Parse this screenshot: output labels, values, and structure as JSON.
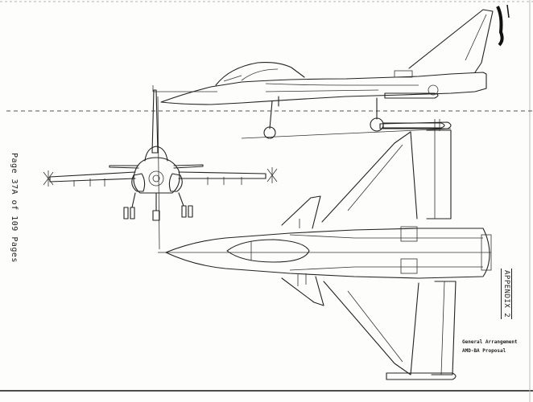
{
  "page_label": "Page 37A of 109 Pages",
  "appendix_label": "APPENDIX 2",
  "caption": {
    "line1": "General Arrangement",
    "line2": "AMD-BA Proposal"
  },
  "views": [
    "side-view",
    "front-view",
    "plan-view"
  ]
}
